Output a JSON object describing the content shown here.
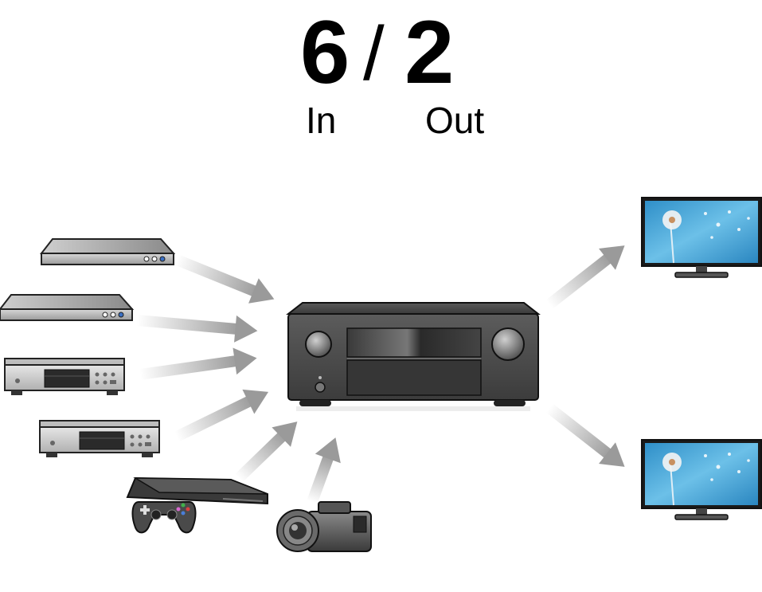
{
  "title": {
    "inputs_count": "6",
    "separator": "/",
    "outputs_count": "2",
    "inputs_label": "In",
    "outputs_label": "Out"
  },
  "icons": {
    "sources": [
      "blu-ray-player-icon",
      "blu-ray-player-icon",
      "cd-player-icon",
      "cd-player-icon",
      "game-console-icon",
      "camcorder-icon"
    ],
    "hub": "av-receiver-icon",
    "outputs": [
      "tv-icon",
      "tv-icon"
    ]
  },
  "colors": {
    "arrow": "#9a9a9a",
    "device_body": "#4a4a4a",
    "screen_sky": "#4aa8d8"
  }
}
